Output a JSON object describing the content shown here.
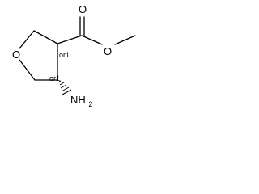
{
  "molecule": {
    "atoms": {
      "ring_oxygen": "O",
      "carbonyl_oxygen": "O",
      "ester_oxygen": "O",
      "amino_group": "NH",
      "amino_subscript": "2"
    },
    "stereo_labels": {
      "c3": "or1",
      "c4": "or1"
    }
  }
}
